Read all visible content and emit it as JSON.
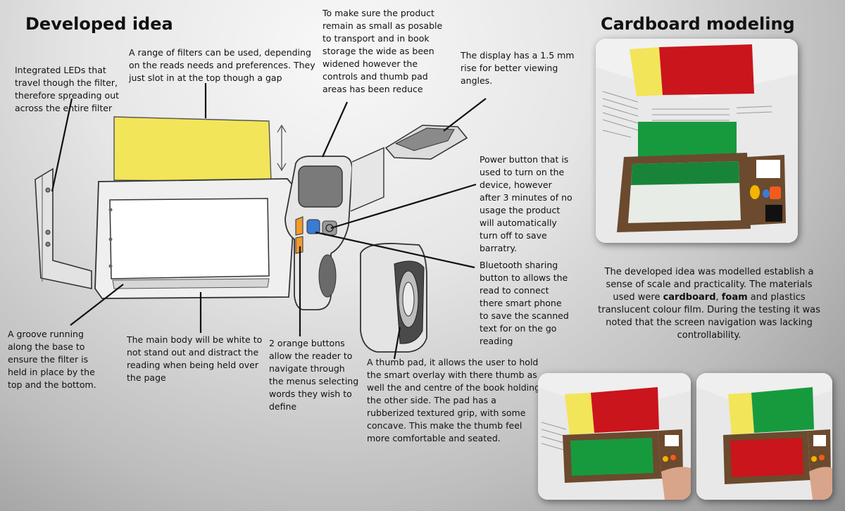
{
  "left_panel": {
    "title": "Developed idea",
    "notes": {
      "leds": "Integrated LEDs that travel though the filter, therefore spreading out across the entire filter",
      "filters": "A range of filters can be used, depending on the reads needs and preferences. They just slot in at the top though a gap",
      "size": "To make sure the product remain as small as posable to transport and in book storage the wide as been widened however the controls and thumb pad areas has been reduce",
      "display": "The display has a 1.5 mm rise for better viewing angles.",
      "power": "Power button that is used to turn on the device, however after 3 minutes of no usage the product will automatically turn off to save barratry.",
      "bluetooth": "Bluetooth sharing button to allows the read to connect there smart phone to save the scanned text for on the go reading",
      "groove": "A groove running along the base to ensure the filter is held in place by the top and the bottom.",
      "main_body": "The main body will be white to not stand out and distract the reading when being held over the page",
      "orange_buttons": "2 orange buttons allow the reader to navigate through the menus selecting words they wish to define",
      "thumb_pad": "A thumb pad, it allows the user to hold the smart overlay with there thumb as well the and centre of the book holding the other side. The pad has a rubberized textured grip, with some concave. This make the thumb feel more comfortable and seated."
    }
  },
  "right_panel": {
    "title": "Cardboard modeling",
    "summary": {
      "part1": "The developed idea was modelled establish a sense of scale and practicality. The materials used were ",
      "bold1": "cardboard",
      "sep": ", ",
      "bold2": "foam",
      "part2": " and plastics translucent colour film. During the testing it was noted that the screen navigation was lacking controllability."
    }
  },
  "colors": {
    "filter_yellow": "#f2e55a",
    "orange_button": "#f29a2e",
    "bluetooth_blue": "#3a7bd5",
    "film_red": "#c9151b",
    "film_green": "#179a3e",
    "cardboard": "#6b4a2e"
  }
}
